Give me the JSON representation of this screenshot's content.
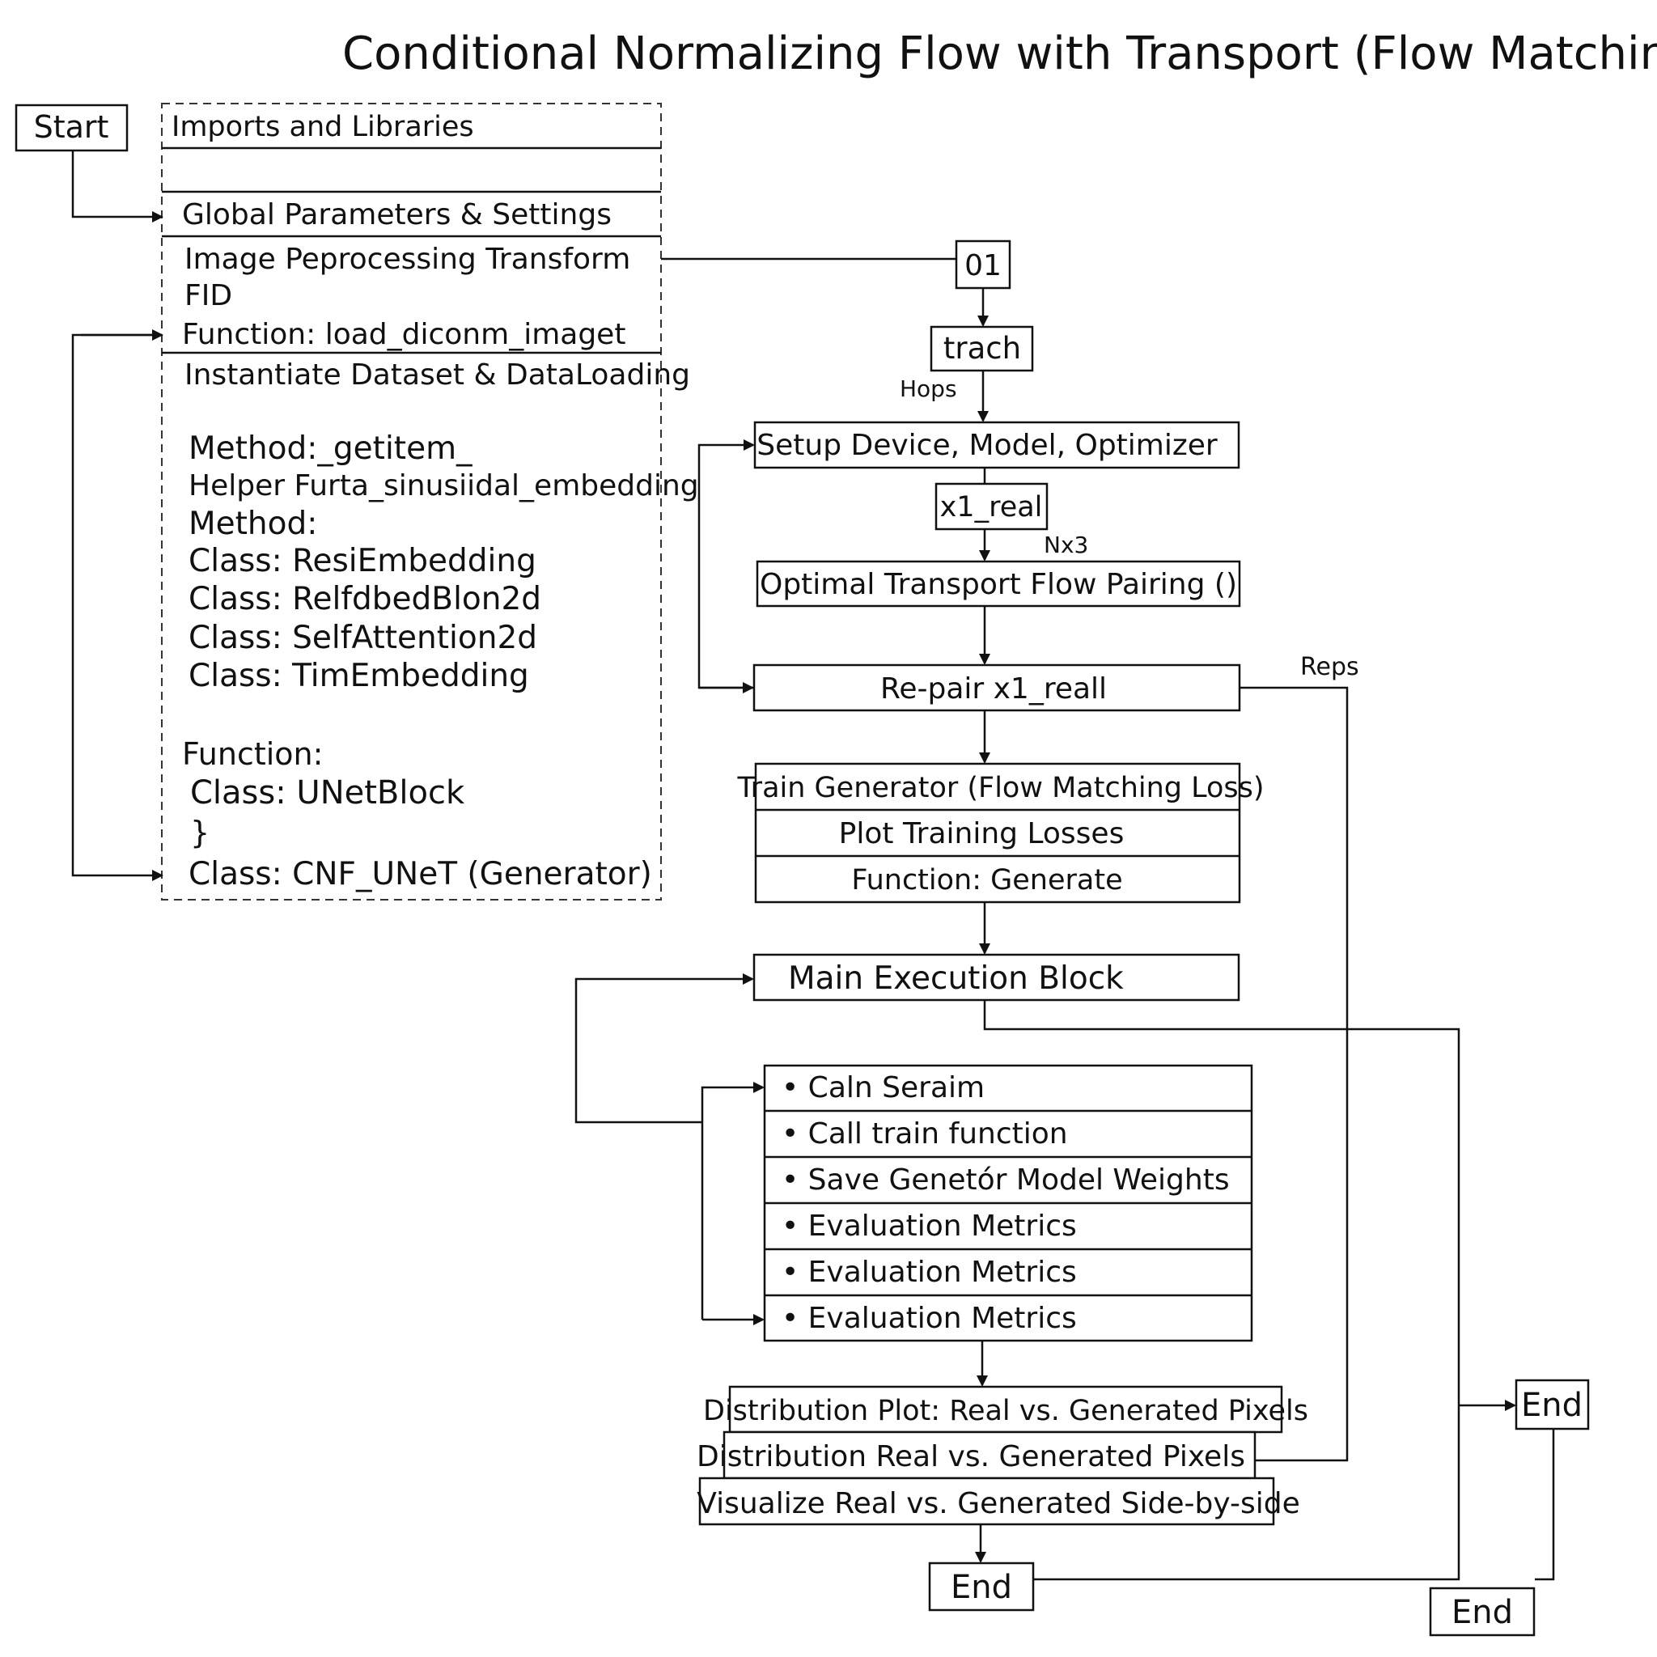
{
  "title": "Conditional Normalizing Flow with Transport (Flow Matching)",
  "start": "Start",
  "module_panel": {
    "imports": "Imports and Libraries",
    "global_params": "Global Parameters & Settings",
    "preprocessing": "Image Peprocessing Transform",
    "fid": "FID",
    "load_fn": "Function: load_diconm_imaget",
    "dataset": "Instantiate Dataset & DataLoading",
    "method_getitem": "Method:_getitem_",
    "helper_fn": "Helper Furta_sinusiidal_embedding",
    "method": "Method:",
    "class_resi": "Class: ResiEmbedding",
    "class_relf": "Class: RelfdbedBlon2d",
    "class_selfatt": "Class: SelfAttention2d",
    "class_tim": "Class: TimEmbedding",
    "function": "Function:",
    "class_unetblock": "Class: UNetBlock",
    "brace": "}",
    "class_cnf": "Class: CNF_UNeT (Generator)"
  },
  "flow": {
    "node_01": "01",
    "node_trach": "trach",
    "label_hops": "Hops",
    "setup": "Setup Device, Model, Optimizer",
    "x1_real": "x1_real",
    "label_nx3": "Nx3",
    "ot_pairing": "Optimal Transport Flow Pairing ()",
    "repair": "Re-pair x1_reall",
    "label_reps": "Reps",
    "train_generator": "Train Generator (Flow Matching Loss)",
    "plot_losses": "Plot Training Losses",
    "generate_fn": "Function: Generate",
    "main_exec": "Main Execution Block",
    "main_items": [
      "• Caln Seraim",
      "• Call train function",
      "• Save Genetór Model Weights",
      "• Evaluation Metrics",
      "• Evaluation Metrics",
      "• Evaluation Metrics"
    ],
    "dist_plot": "Distribution Plot: Real vs. Generated Pixels",
    "dist_real": "Distribution Real vs. Generated Pixels",
    "visualize": "Visualize Real vs. Generated Side-by-side",
    "end_bottom": "End",
    "end_right": "End",
    "end_corner": "End"
  }
}
